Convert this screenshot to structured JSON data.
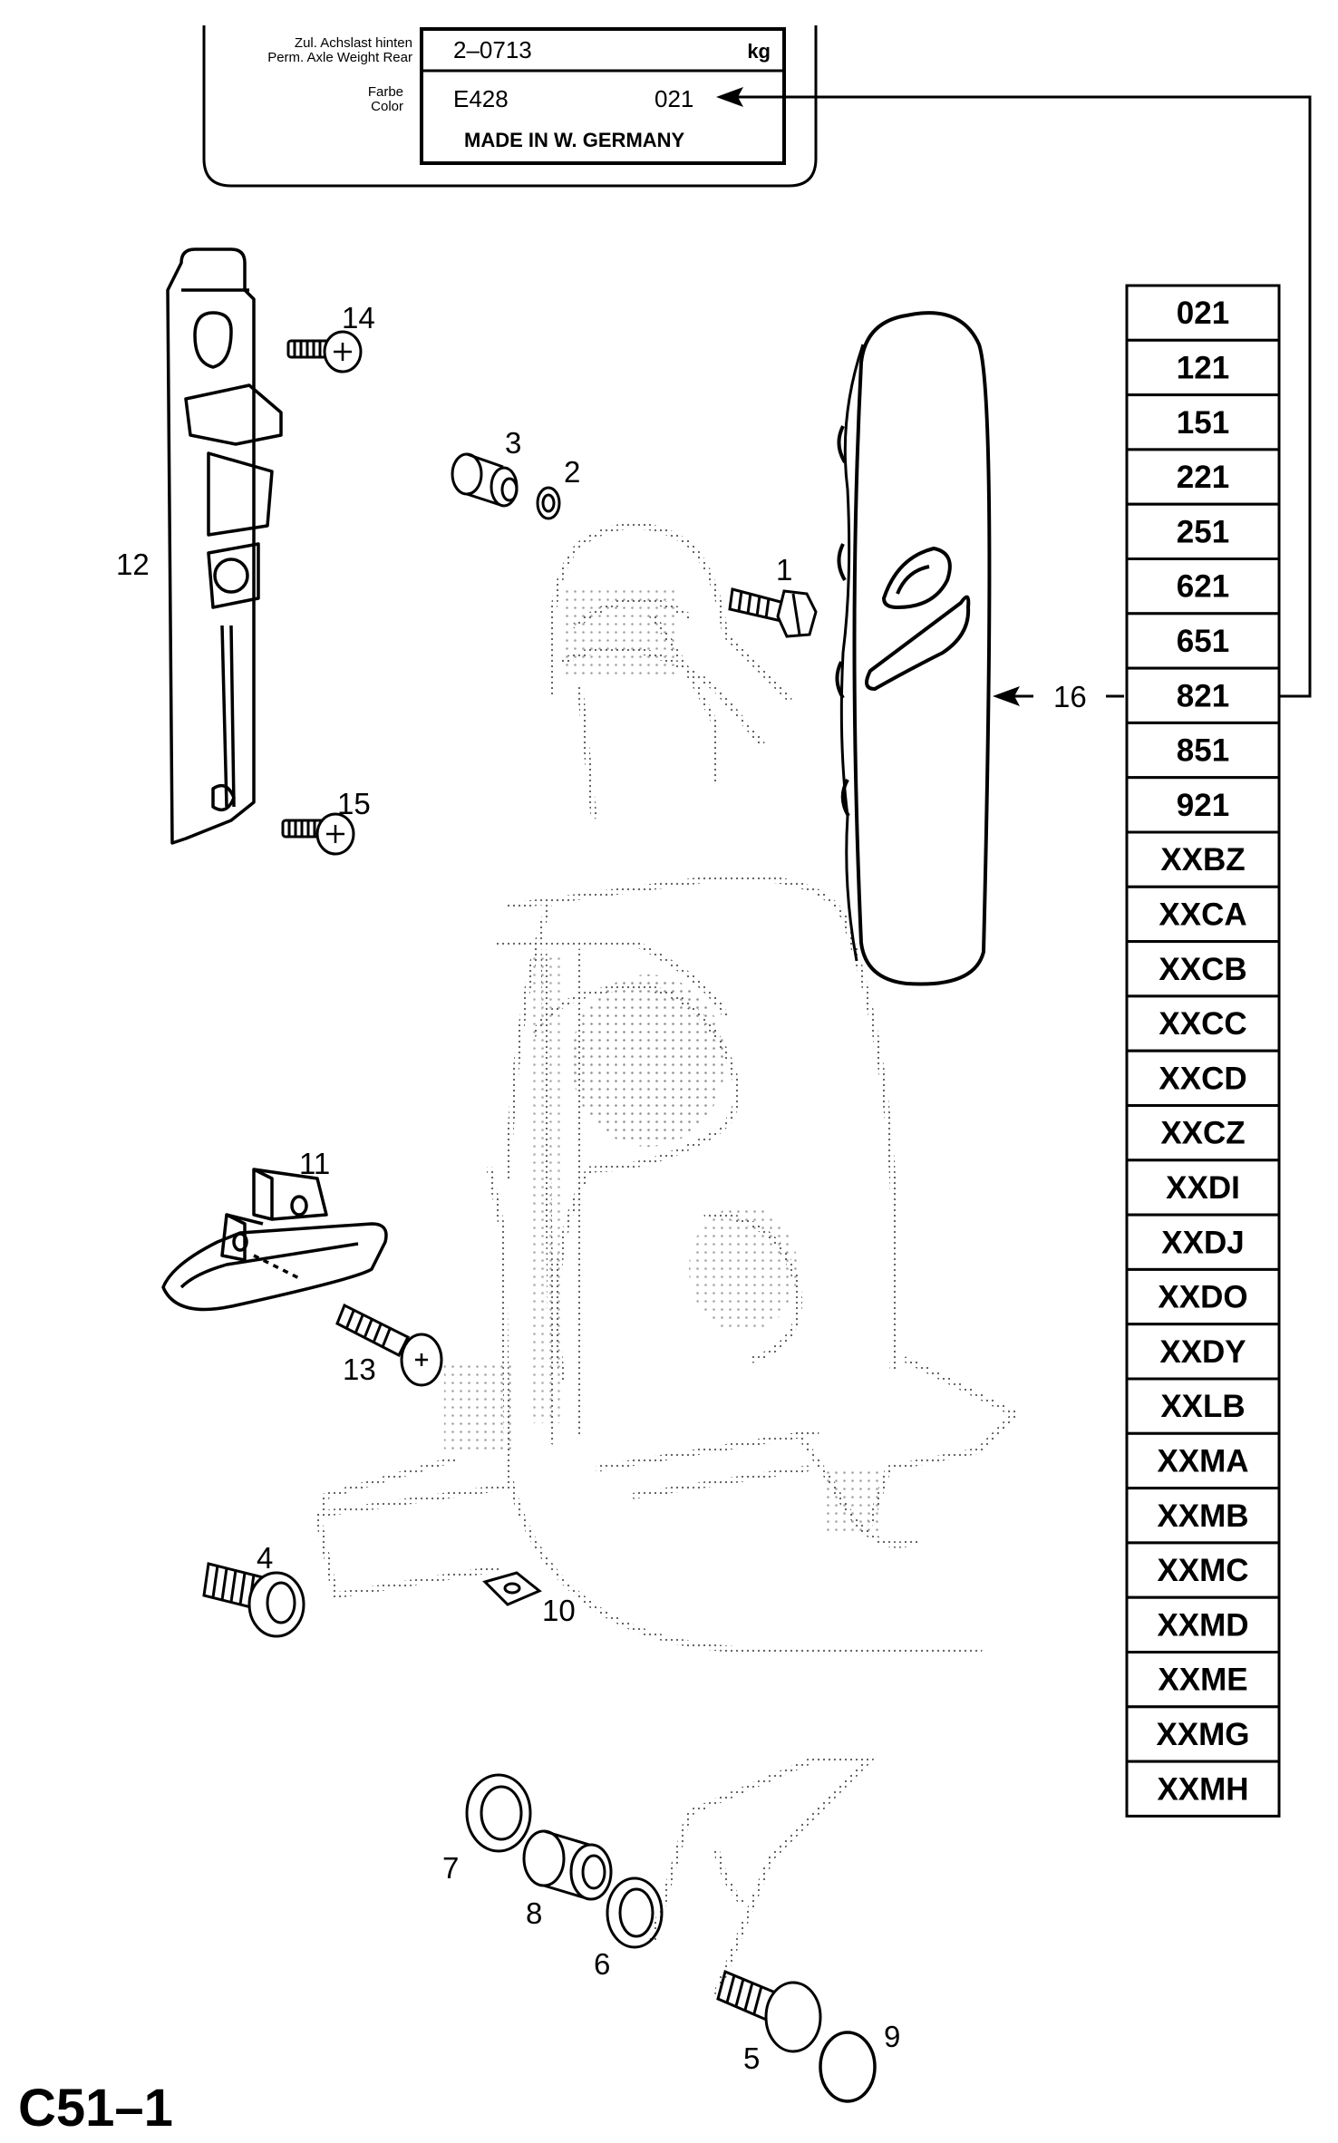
{
  "plate": {
    "axle_label_de": "Zul. Achslast hinten",
    "axle_label_en": "Perm. Axle Weight Rear",
    "axle_value": "2–0713",
    "axle_unit": "kg",
    "color_label_de": "Farbe",
    "color_label_en": "Color",
    "color_code": "E428",
    "color_number": "021",
    "made_in": "MADE  IN  W.   GERMANY"
  },
  "callouts": [
    {
      "id": "c1",
      "label": "1"
    },
    {
      "id": "c2",
      "label": "2"
    },
    {
      "id": "c3",
      "label": "3"
    },
    {
      "id": "c4",
      "label": "4"
    },
    {
      "id": "c5",
      "label": "5"
    },
    {
      "id": "c6",
      "label": "6"
    },
    {
      "id": "c7",
      "label": "7"
    },
    {
      "id": "c8",
      "label": "8"
    },
    {
      "id": "c9",
      "label": "9"
    },
    {
      "id": "c10",
      "label": "10"
    },
    {
      "id": "c11",
      "label": "11"
    },
    {
      "id": "c12",
      "label": "12"
    },
    {
      "id": "c13",
      "label": "13"
    },
    {
      "id": "c14",
      "label": "14"
    },
    {
      "id": "c15",
      "label": "15"
    },
    {
      "id": "c16",
      "label": "16"
    }
  ],
  "color_codes": [
    "021",
    "121",
    "151",
    "221",
    "251",
    "621",
    "651",
    "821",
    "851",
    "921",
    "XXBZ",
    "XXCA",
    "XXCB",
    "XXCC",
    "XXCD",
    "XXCZ",
    "XXDI",
    "XXDJ",
    "XXDO",
    "XXDY",
    "XXLB",
    "XXMA",
    "XXMB",
    "XXMC",
    "XXMD",
    "XXME",
    "XXMG",
    "XXMH"
  ],
  "page_id": "C51–1"
}
